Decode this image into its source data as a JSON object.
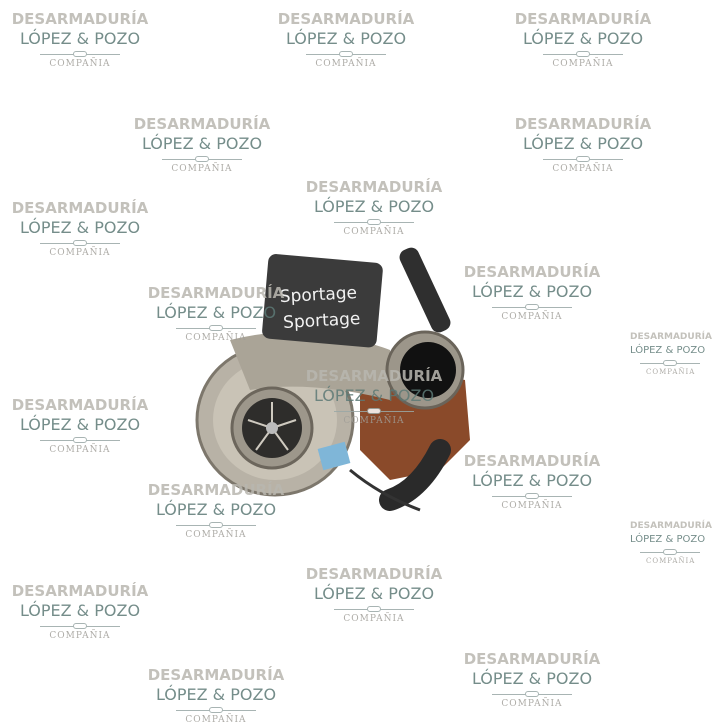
{
  "product": {
    "handwriting_line1": "Sportage",
    "handwriting_line2": "Sportage",
    "subject": "turbocharger"
  },
  "watermark": {
    "line1": "DESARMADURÍA",
    "line2": "LÓPEZ & POZO",
    "line3": "COMPAÑIA"
  },
  "colors": {
    "watermark_gray": "#b9b7b0",
    "watermark_teal": "#5d7a76"
  }
}
